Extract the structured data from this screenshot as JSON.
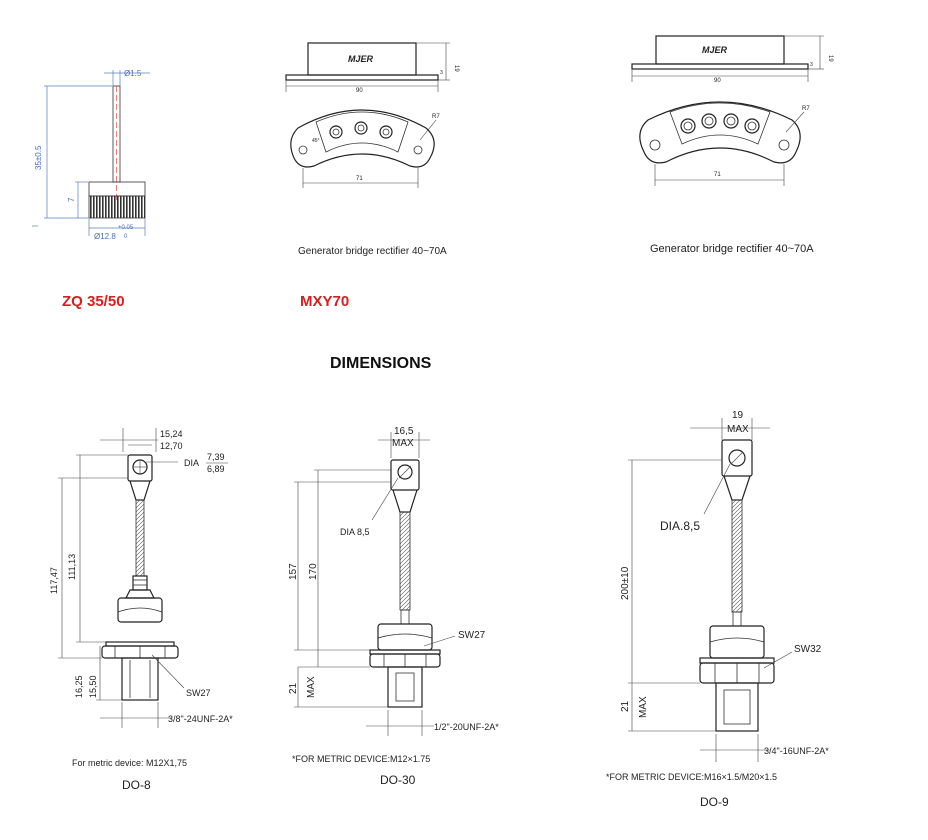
{
  "products": {
    "zq": {
      "name": "ZQ 35/50",
      "dim_pin": "Ø1.5",
      "dim_height": "35±0.5",
      "dim_base_h": "7",
      "dim_dia": "Ø12.8",
      "dim_tol_top": "+0.05",
      "dim_tol_bot": "0",
      "color": "#d42020"
    },
    "mxy": {
      "name": "MXY70",
      "logo": "MJER",
      "dim_width": "90",
      "dim_h": "19",
      "dim_step": "3",
      "dim_hole_span": "71",
      "dim_radius": "R7",
      "dim_angle": "45°",
      "caption": "Generator bridge rectifier 40~70A"
    },
    "mxy2": {
      "logo": "MJER",
      "dim_width": "90",
      "dim_h": "19",
      "dim_step": "3",
      "dim_hole_span": "71",
      "dim_radius": "R7",
      "caption": "Generator bridge rectifier 40~70A"
    }
  },
  "section_title": "DIMENSIONS",
  "do8": {
    "dim_w1": "15,24",
    "dim_w2": "12,70",
    "dia_label": "DIA",
    "dia_v1": "7,39",
    "dia_v2": "6,89",
    "dim_h1": "117,47",
    "dim_h2": "111,13",
    "dim_b1": "16,25",
    "dim_b2": "15,50",
    "sw": "SW27",
    "thread": "3/8\"-24UNF-2A*",
    "metric": "For metric device: M12X1,75",
    "name": "DO-8"
  },
  "do30": {
    "dim_w": "16,5",
    "max": "MAX",
    "dia": "DIA 8,5",
    "dim_h1": "157",
    "dim_h2": "170",
    "sw": "SW27",
    "dim_b": "21",
    "max2": "MAX",
    "thread": "1/2\"-20UNF-2A*",
    "metric": "*FOR METRIC DEVICE:M12×1.75",
    "name": "DO-30"
  },
  "do9": {
    "dim_w": "19",
    "max": "MAX",
    "dia": "DIA.8,5",
    "dim_h": "200±10",
    "sw": "SW32",
    "dim_b": "21",
    "max2": "MAX",
    "thread": "3/4\"-16UNF-2A*",
    "metric": "*FOR METRIC DEVICE:M16×1.5/M20×1.5",
    "name": "DO-9"
  }
}
